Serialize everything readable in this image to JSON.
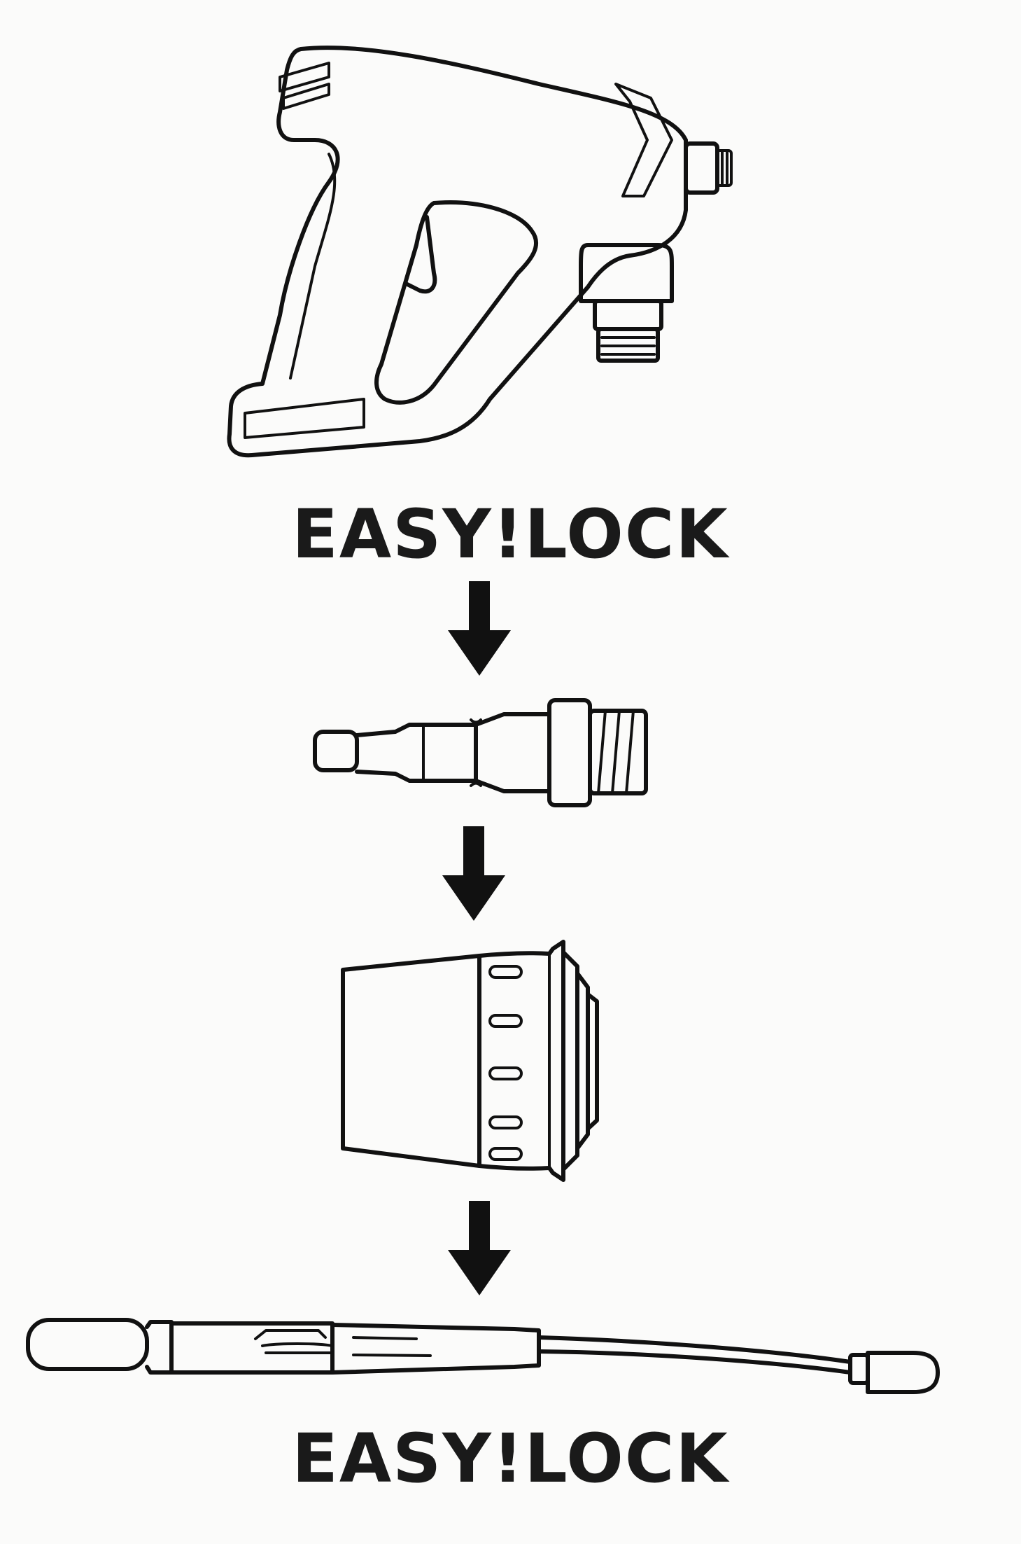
{
  "labels": {
    "top": "EASY!LOCK",
    "bottom": "EASY!LOCK"
  },
  "components": [
    {
      "name": "spray-gun",
      "icon": "spray-gun-icon"
    },
    {
      "name": "adapter-connector",
      "icon": "adapter-icon"
    },
    {
      "name": "coupling-sleeve",
      "icon": "sleeve-icon"
    },
    {
      "name": "spray-lance",
      "icon": "lance-icon"
    }
  ],
  "colors": {
    "ink": "#111111",
    "background": "#fbfbfa"
  }
}
